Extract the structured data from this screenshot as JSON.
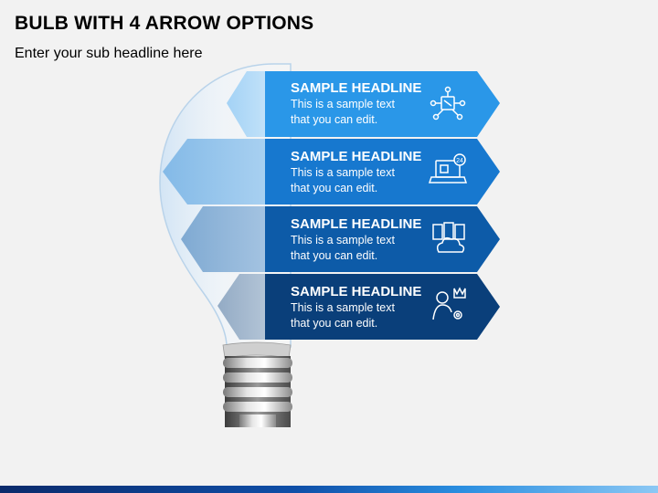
{
  "slide": {
    "title": "BULB WITH 4 ARROW OPTIONS",
    "subtitle": "Enter your sub headline here"
  },
  "options": [
    {
      "headline": "SAMPLE HEADLINE",
      "line1": "This is a sample text",
      "line2": "that you can edit.",
      "icon": "network-chip-icon",
      "color": "#2a97e8"
    },
    {
      "headline": "SAMPLE HEADLINE",
      "line1": "This is a sample text",
      "line2": "that you can edit.",
      "icon": "laptop-24-support-icon",
      "color": "#1778cf"
    },
    {
      "headline": "SAMPLE HEADLINE",
      "line1": "This is a sample text",
      "line2": "that you can edit.",
      "icon": "cloud-server-icon",
      "color": "#0d5ba8"
    },
    {
      "headline": "SAMPLE HEADLINE",
      "line1": "This is a sample text",
      "line2": "that you can edit.",
      "icon": "user-settings-icon",
      "color": "#0a3f7a"
    }
  ]
}
